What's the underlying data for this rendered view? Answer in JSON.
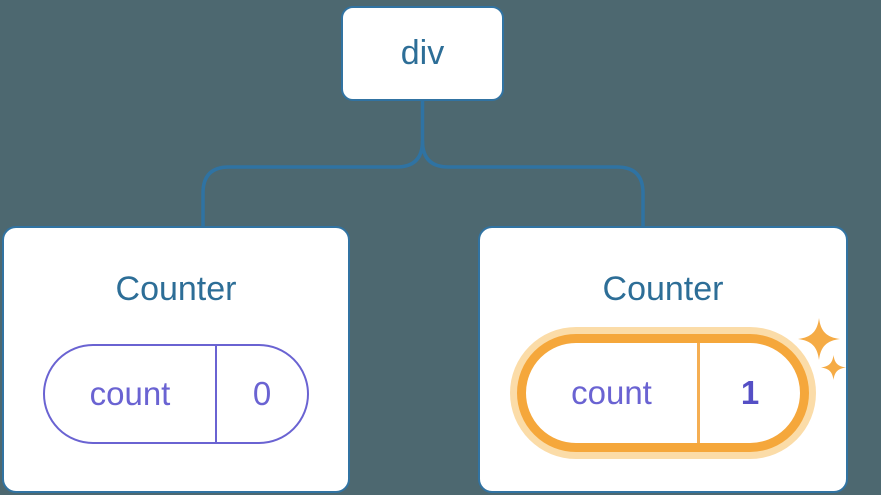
{
  "diagram": {
    "root": {
      "label": "div"
    },
    "children": [
      {
        "title": "Counter",
        "state": {
          "key": "count",
          "value": "0"
        },
        "highlighted": false
      },
      {
        "title": "Counter",
        "state": {
          "key": "count",
          "value": "1"
        },
        "highlighted": true,
        "icons": [
          "sparkle-icon",
          "sparkle-icon"
        ]
      }
    ],
    "colors": {
      "background": "#4d6870",
      "node_border_blue": "#3173a2",
      "node_text_blue": "#2d6e97",
      "connector_blue": "#2f73a3",
      "state_purple": "#6a63d2",
      "state_value_bold_purple": "#554fc5",
      "highlight_orange": "#f5a73b",
      "highlight_glow_orange": "#fbdca8",
      "sparkle_orange": "#f5ab45"
    }
  }
}
